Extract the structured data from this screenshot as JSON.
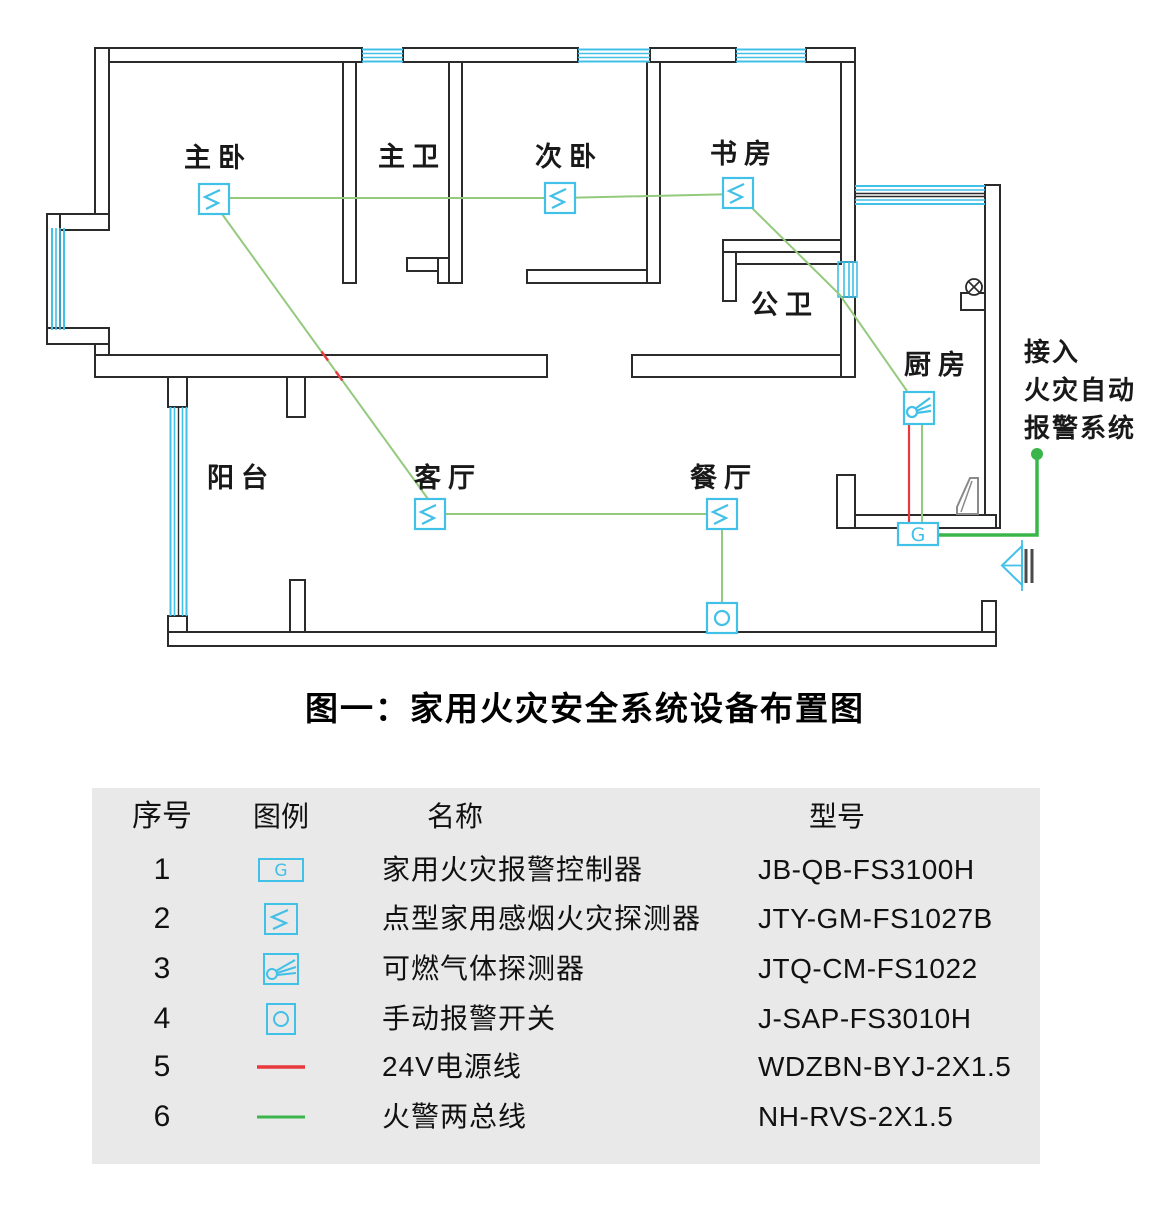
{
  "title": "图一：家用火灾安全系统设备布置图",
  "plan": {
    "rooms": [
      {
        "label": "主卧"
      },
      {
        "label": "主卫"
      },
      {
        "label": "次卧"
      },
      {
        "label": "书房"
      },
      {
        "label": "公卫"
      },
      {
        "label": "厨房"
      },
      {
        "label": "阳台"
      },
      {
        "label": "客厅"
      },
      {
        "label": "餐厅"
      }
    ],
    "annotation": {
      "line1": "接入",
      "line2": "火灾自动",
      "line3": "报警系统"
    },
    "controller_letter": "G"
  },
  "table": {
    "headers": {
      "no": "序号",
      "symbol": "图例",
      "name": "名称",
      "model": "型号"
    },
    "rows": [
      {
        "no": "1",
        "symbol": "controller-g-icon",
        "name": "家用火灾报警控制器",
        "model": "JB-QB-FS3100H"
      },
      {
        "no": "2",
        "symbol": "smoke-detector-icon",
        "name": "点型家用感烟火灾探测器",
        "model": "JTY-GM-FS1027B"
      },
      {
        "no": "3",
        "symbol": "gas-detector-icon",
        "name": "可燃气体探测器",
        "model": "JTQ-CM-FS1022"
      },
      {
        "no": "4",
        "symbol": "manual-alarm-icon",
        "name": "手动报警开关",
        "model": "J-SAP-FS3010H"
      },
      {
        "no": "5",
        "symbol": "red-wire-icon",
        "name": "24V电源线",
        "model": "WDZBN-BYJ-2X1.5"
      },
      {
        "no": "6",
        "symbol": "green-wire-icon",
        "name": "火警两总线",
        "model": "NH-RVS-2X1.5"
      }
    ]
  },
  "colors": {
    "cyan": "#41c0e8",
    "wire_green": "#94ca7d",
    "bus_green": "#3ab54a",
    "power_red": "#e8393d",
    "wall": "#2b2b2b",
    "table_bg": "#e9e9e9",
    "door_gray": "#8a8a8a"
  }
}
